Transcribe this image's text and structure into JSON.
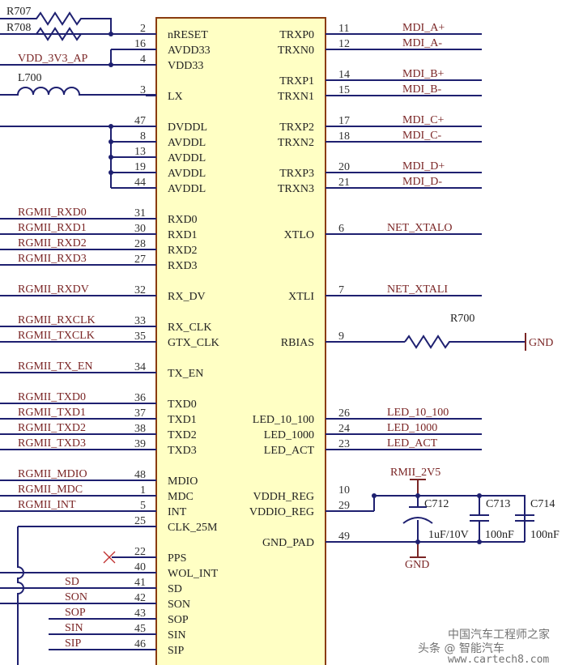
{
  "chip": {
    "left_pins": [
      {
        "num": "2",
        "name": "nRESET",
        "net": "",
        "row": 0
      },
      {
        "num": "16",
        "name": "AVDD33",
        "net": "",
        "row": 1
      },
      {
        "num": "4",
        "name": "VDD33",
        "net": "VDD_3V3_AP",
        "row": 2
      },
      {
        "num": "3",
        "name": "LX",
        "net": "",
        "row": 4
      },
      {
        "num": "47",
        "name": "DVDDL",
        "net": "",
        "row": 6
      },
      {
        "num": "8",
        "name": "AVDDL",
        "net": "",
        "row": 7
      },
      {
        "num": "13",
        "name": "AVDDL",
        "net": "",
        "row": 8
      },
      {
        "num": "19",
        "name": "AVDDL",
        "net": "",
        "row": 9
      },
      {
        "num": "44",
        "name": "AVDDL",
        "net": "",
        "row": 10
      },
      {
        "num": "31",
        "name": "RXD0",
        "net": "RGMII_RXD0",
        "row": 12
      },
      {
        "num": "30",
        "name": "RXD1",
        "net": "RGMII_RXD1",
        "row": 13
      },
      {
        "num": "28",
        "name": "RXD2",
        "net": "RGMII_RXD2",
        "row": 14
      },
      {
        "num": "27",
        "name": "RXD3",
        "net": "RGMII_RXD3",
        "row": 15
      },
      {
        "num": "32",
        "name": "RX_DV",
        "net": "RGMII_RXDV",
        "row": 17
      },
      {
        "num": "33",
        "name": "RX_CLK",
        "net": "RGMII_RXCLK",
        "row": 19
      },
      {
        "num": "35",
        "name": "GTX_CLK",
        "net": "RGMII_TXCLK",
        "row": 20
      },
      {
        "num": "34",
        "name": "TX_EN",
        "net": "RGMII_TX_EN",
        "row": 22
      },
      {
        "num": "36",
        "name": "TXD0",
        "net": "RGMII_TXD0",
        "row": 24
      },
      {
        "num": "37",
        "name": "TXD1",
        "net": "RGMII_TXD1",
        "row": 25
      },
      {
        "num": "38",
        "name": "TXD2",
        "net": "RGMII_TXD2",
        "row": 26
      },
      {
        "num": "39",
        "name": "TXD3",
        "net": "RGMII_TXD3",
        "row": 27
      },
      {
        "num": "48",
        "name": "MDIO",
        "net": "RGMII_MDIO",
        "row": 29
      },
      {
        "num": "1",
        "name": "MDC",
        "net": "RGMII_MDC",
        "row": 30
      },
      {
        "num": "5",
        "name": "INT",
        "net": "RGMII_INT",
        "row": 31
      },
      {
        "num": "25",
        "name": "CLK_25M",
        "net": "",
        "row": 32
      },
      {
        "num": "22",
        "name": "PPS",
        "net": "",
        "row": 34
      },
      {
        "num": "40",
        "name": "WOL_INT",
        "net": "",
        "row": 35
      },
      {
        "num": "41",
        "name": "SD",
        "net": "SD",
        "row": 36
      },
      {
        "num": "42",
        "name": "SON",
        "net": "SON",
        "row": 37
      },
      {
        "num": "43",
        "name": "SOP",
        "net": "SOP",
        "row": 38
      },
      {
        "num": "45",
        "name": "SIN",
        "net": "SIN",
        "row": 39
      },
      {
        "num": "46",
        "name": "SIP",
        "net": "SIP",
        "row": 40
      }
    ],
    "right_pins": [
      {
        "num": "11",
        "name": "TRXP0",
        "net": "MDI_A+",
        "row": 0
      },
      {
        "num": "12",
        "name": "TRXN0",
        "net": "MDI_A-",
        "row": 1
      },
      {
        "num": "14",
        "name": "TRXP1",
        "net": "MDI_B+",
        "row": 3
      },
      {
        "num": "15",
        "name": "TRXN1",
        "net": "MDI_B-",
        "row": 4
      },
      {
        "num": "17",
        "name": "TRXP2",
        "net": "MDI_C+",
        "row": 6
      },
      {
        "num": "18",
        "name": "TRXN2",
        "net": "MDI_C-",
        "row": 7
      },
      {
        "num": "20",
        "name": "TRXP3",
        "net": "MDI_D+",
        "row": 9
      },
      {
        "num": "21",
        "name": "TRXN3",
        "net": "MDI_D-",
        "row": 10
      },
      {
        "num": "6",
        "name": "XTLO",
        "net": "NET_XTALO",
        "row": 13
      },
      {
        "num": "7",
        "name": "XTLI",
        "net": "NET_XTALI",
        "row": 17
      },
      {
        "num": "9",
        "name": "RBIAS",
        "net": "",
        "row": 20
      },
      {
        "num": "26",
        "name": "LED_10_100",
        "net": "LED_10_100",
        "row": 25
      },
      {
        "num": "24",
        "name": "LED_1000",
        "net": "LED_1000",
        "row": 26
      },
      {
        "num": "23",
        "name": "LED_ACT",
        "net": "LED_ACT",
        "row": 27
      },
      {
        "num": "10",
        "name": "VDDH_REG",
        "net": "",
        "row": 30
      },
      {
        "num": "29",
        "name": "VDDIO_REG",
        "net": "",
        "row": 31
      },
      {
        "num": "49",
        "name": "GND_PAD",
        "net": "",
        "row": 33
      }
    ]
  },
  "components": {
    "r707": "R707",
    "r708": "R708",
    "l700": "L700",
    "r700": "R700",
    "gnd_right": "GND",
    "rail": "RMII_2V5",
    "gnd_bottom": "GND",
    "c712": "C712",
    "c712_val": "1uF/10V",
    "c713": "C713",
    "c713_val": "100nF",
    "c714": "C714",
    "c714_val": "100nF"
  },
  "watermark": {
    "line1": "中国汽车工程师之家",
    "line2": "头条 @ 智能汽车",
    "line3": "www.cartech8.com"
  },
  "colors": {
    "wire": "#1e2070",
    "net": "#7a2525",
    "chip_fill": "#ffffc4",
    "chip_border": "#8a3c10"
  }
}
